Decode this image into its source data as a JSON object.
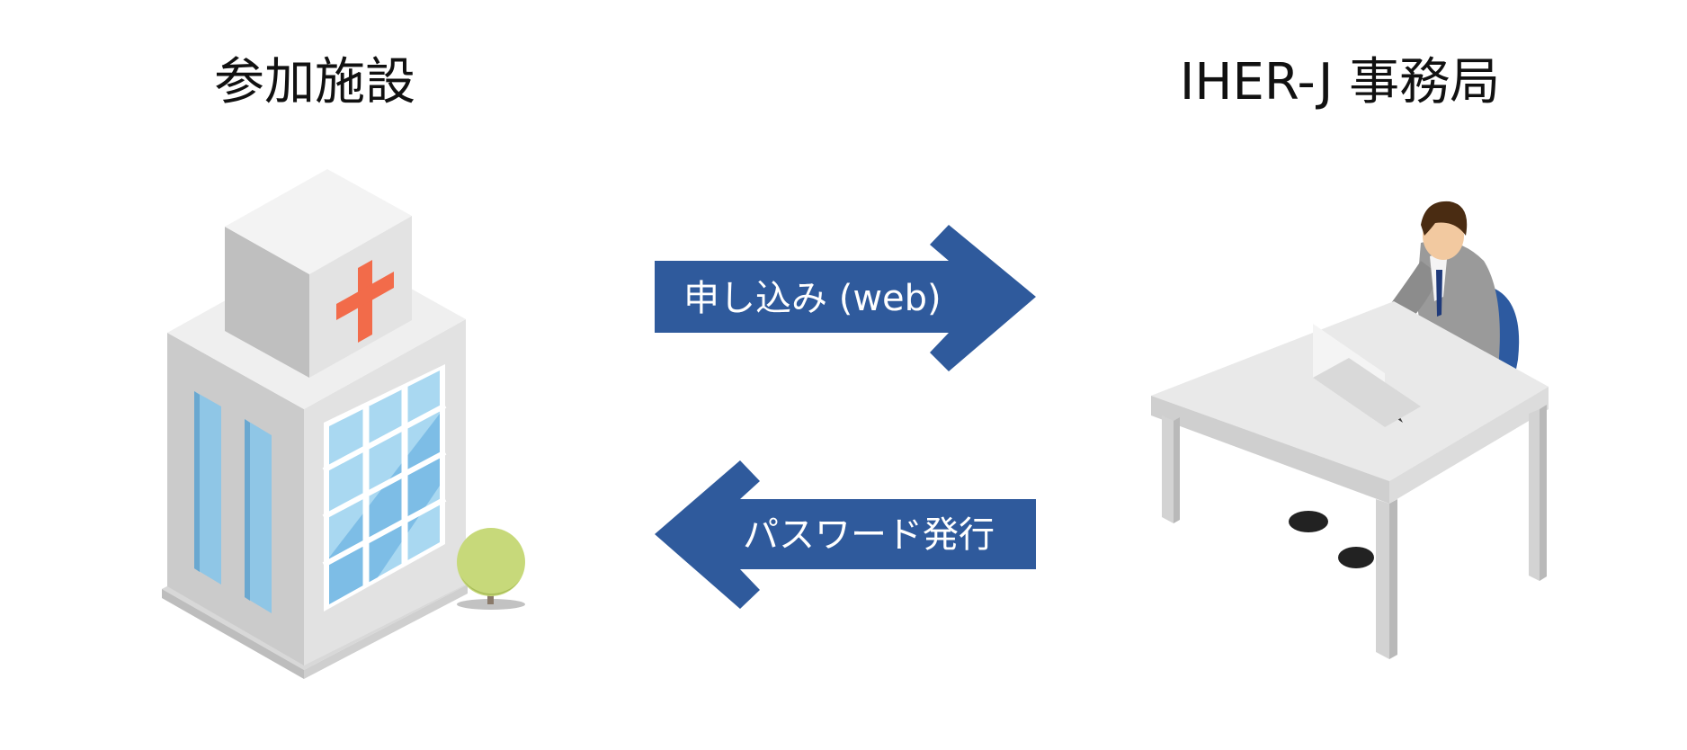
{
  "diagram": {
    "left_label": "参加施設",
    "right_label": "IHER-J 事務局",
    "arrow_request": "申し込み (web)",
    "arrow_issue": "パスワード発行"
  },
  "colors": {
    "arrow": "#2f5a9c",
    "cross": "#f26b4a",
    "window": "#9fd2ee",
    "tree": "#c7d97a",
    "suit": "#9a9a9a",
    "chair": "#2d5aa0",
    "hair": "#4a2c12"
  },
  "icons": {
    "facility": "hospital-building-icon",
    "office": "office-worker-at-desk-icon"
  }
}
